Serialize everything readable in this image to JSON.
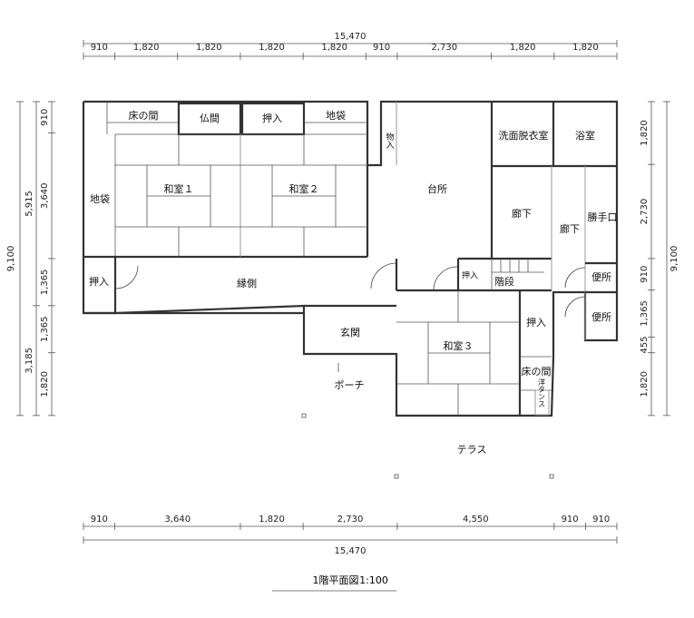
{
  "title": "1階平面図",
  "scale": "1:100",
  "rooms": {
    "tokonoma1": "床の間",
    "butsuma": "仏間",
    "oshiire1": "押入",
    "jibukuro1": "地袋",
    "jibukuro2": "地袋",
    "monoire": "物入",
    "washitsu1": "和室１",
    "washitsu2": "和室２",
    "daidokoro": "台所",
    "senmen": "洗面脱衣室",
    "yokushitsu": "浴室",
    "rouka1": "廊下",
    "rouka2": "廊下",
    "katteguchi": "勝手口",
    "oshiire_left": "押入",
    "engawa": "縁側",
    "oshiire2": "押入",
    "kaidan": "階段",
    "benjo1": "便所",
    "benjo2": "便所",
    "genkan": "玄関",
    "washitsu3": "和室３",
    "oshiire3": "押入",
    "tokonoma2": "床の間",
    "youtansu": "洋タンス",
    "porch": "ポーチ",
    "terrace": "テラス"
  },
  "dimensions": {
    "top_total": "15,470",
    "top": [
      "910",
      "1,820",
      "1,820",
      "1,820",
      "1,820",
      "910",
      "2,730",
      "1,820",
      "1,820"
    ],
    "bottom": [
      "910",
      "3,640",
      "1,820",
      "2,730",
      "4,550",
      "910",
      "910"
    ],
    "bottom_total": "15,470",
    "left_total": "9,100",
    "left_mid": [
      "5,915",
      "3,185"
    ],
    "left": [
      "910",
      "3,640",
      "1,365",
      "1,365",
      "1,820"
    ],
    "right": [
      "1,820",
      "2,730",
      "910",
      "1,365",
      "455",
      "1,820"
    ],
    "right_total": "9,100"
  }
}
